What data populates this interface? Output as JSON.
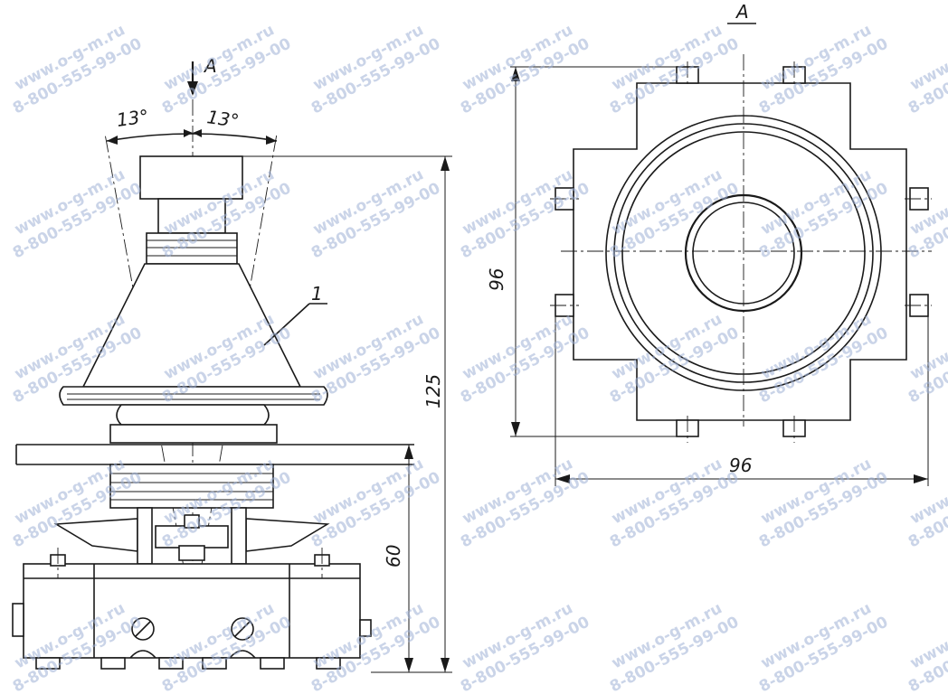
{
  "views": {
    "side": {
      "view_arrow_label": "A",
      "angle_left": "13°",
      "angle_right": "13°",
      "part_number": "1",
      "dim_total_height": "125",
      "dim_lower_height": "60"
    },
    "top": {
      "view_label": "A",
      "dim_height": "96",
      "dim_width": "96"
    }
  },
  "watermark": {
    "line1": "www.o-g-m.ru",
    "line2": "8-800-555-99-00"
  },
  "colors": {
    "line": "#1a1a1a",
    "watermark": "#9fb0d6",
    "background": "#ffffff"
  }
}
